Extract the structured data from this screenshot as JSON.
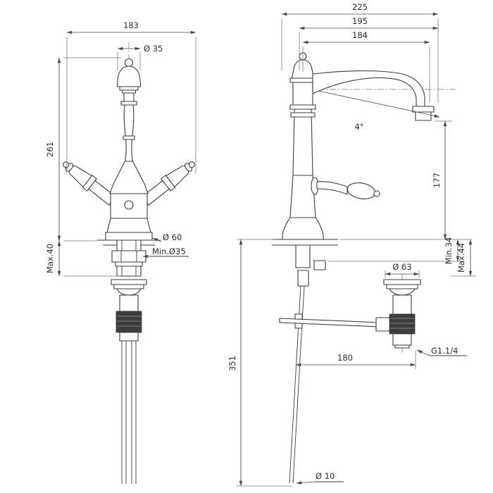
{
  "drawing": {
    "background": "#ffffff",
    "line_color": "#3b3b3b",
    "front_view": {
      "width": "183",
      "top_diameter": "Ø 35",
      "height": "261",
      "max_mount_thickness": "Max.40",
      "base_diameter": "Ø 60",
      "min_hole_diameter": "Min.Ø35"
    },
    "side_view": {
      "depth_total": "225",
      "depth_outer": "195",
      "spout_reach": "184",
      "spout_angle": "4°",
      "spout_height": "177",
      "mount_min": "Min.34",
      "mount_max": "Max.44",
      "waste_diameter": "Ø 63",
      "below_deck_length": "351",
      "waste_offset": "180",
      "waste_thread": "G1.1/4",
      "rod_diameter": "Ø 10"
    }
  }
}
